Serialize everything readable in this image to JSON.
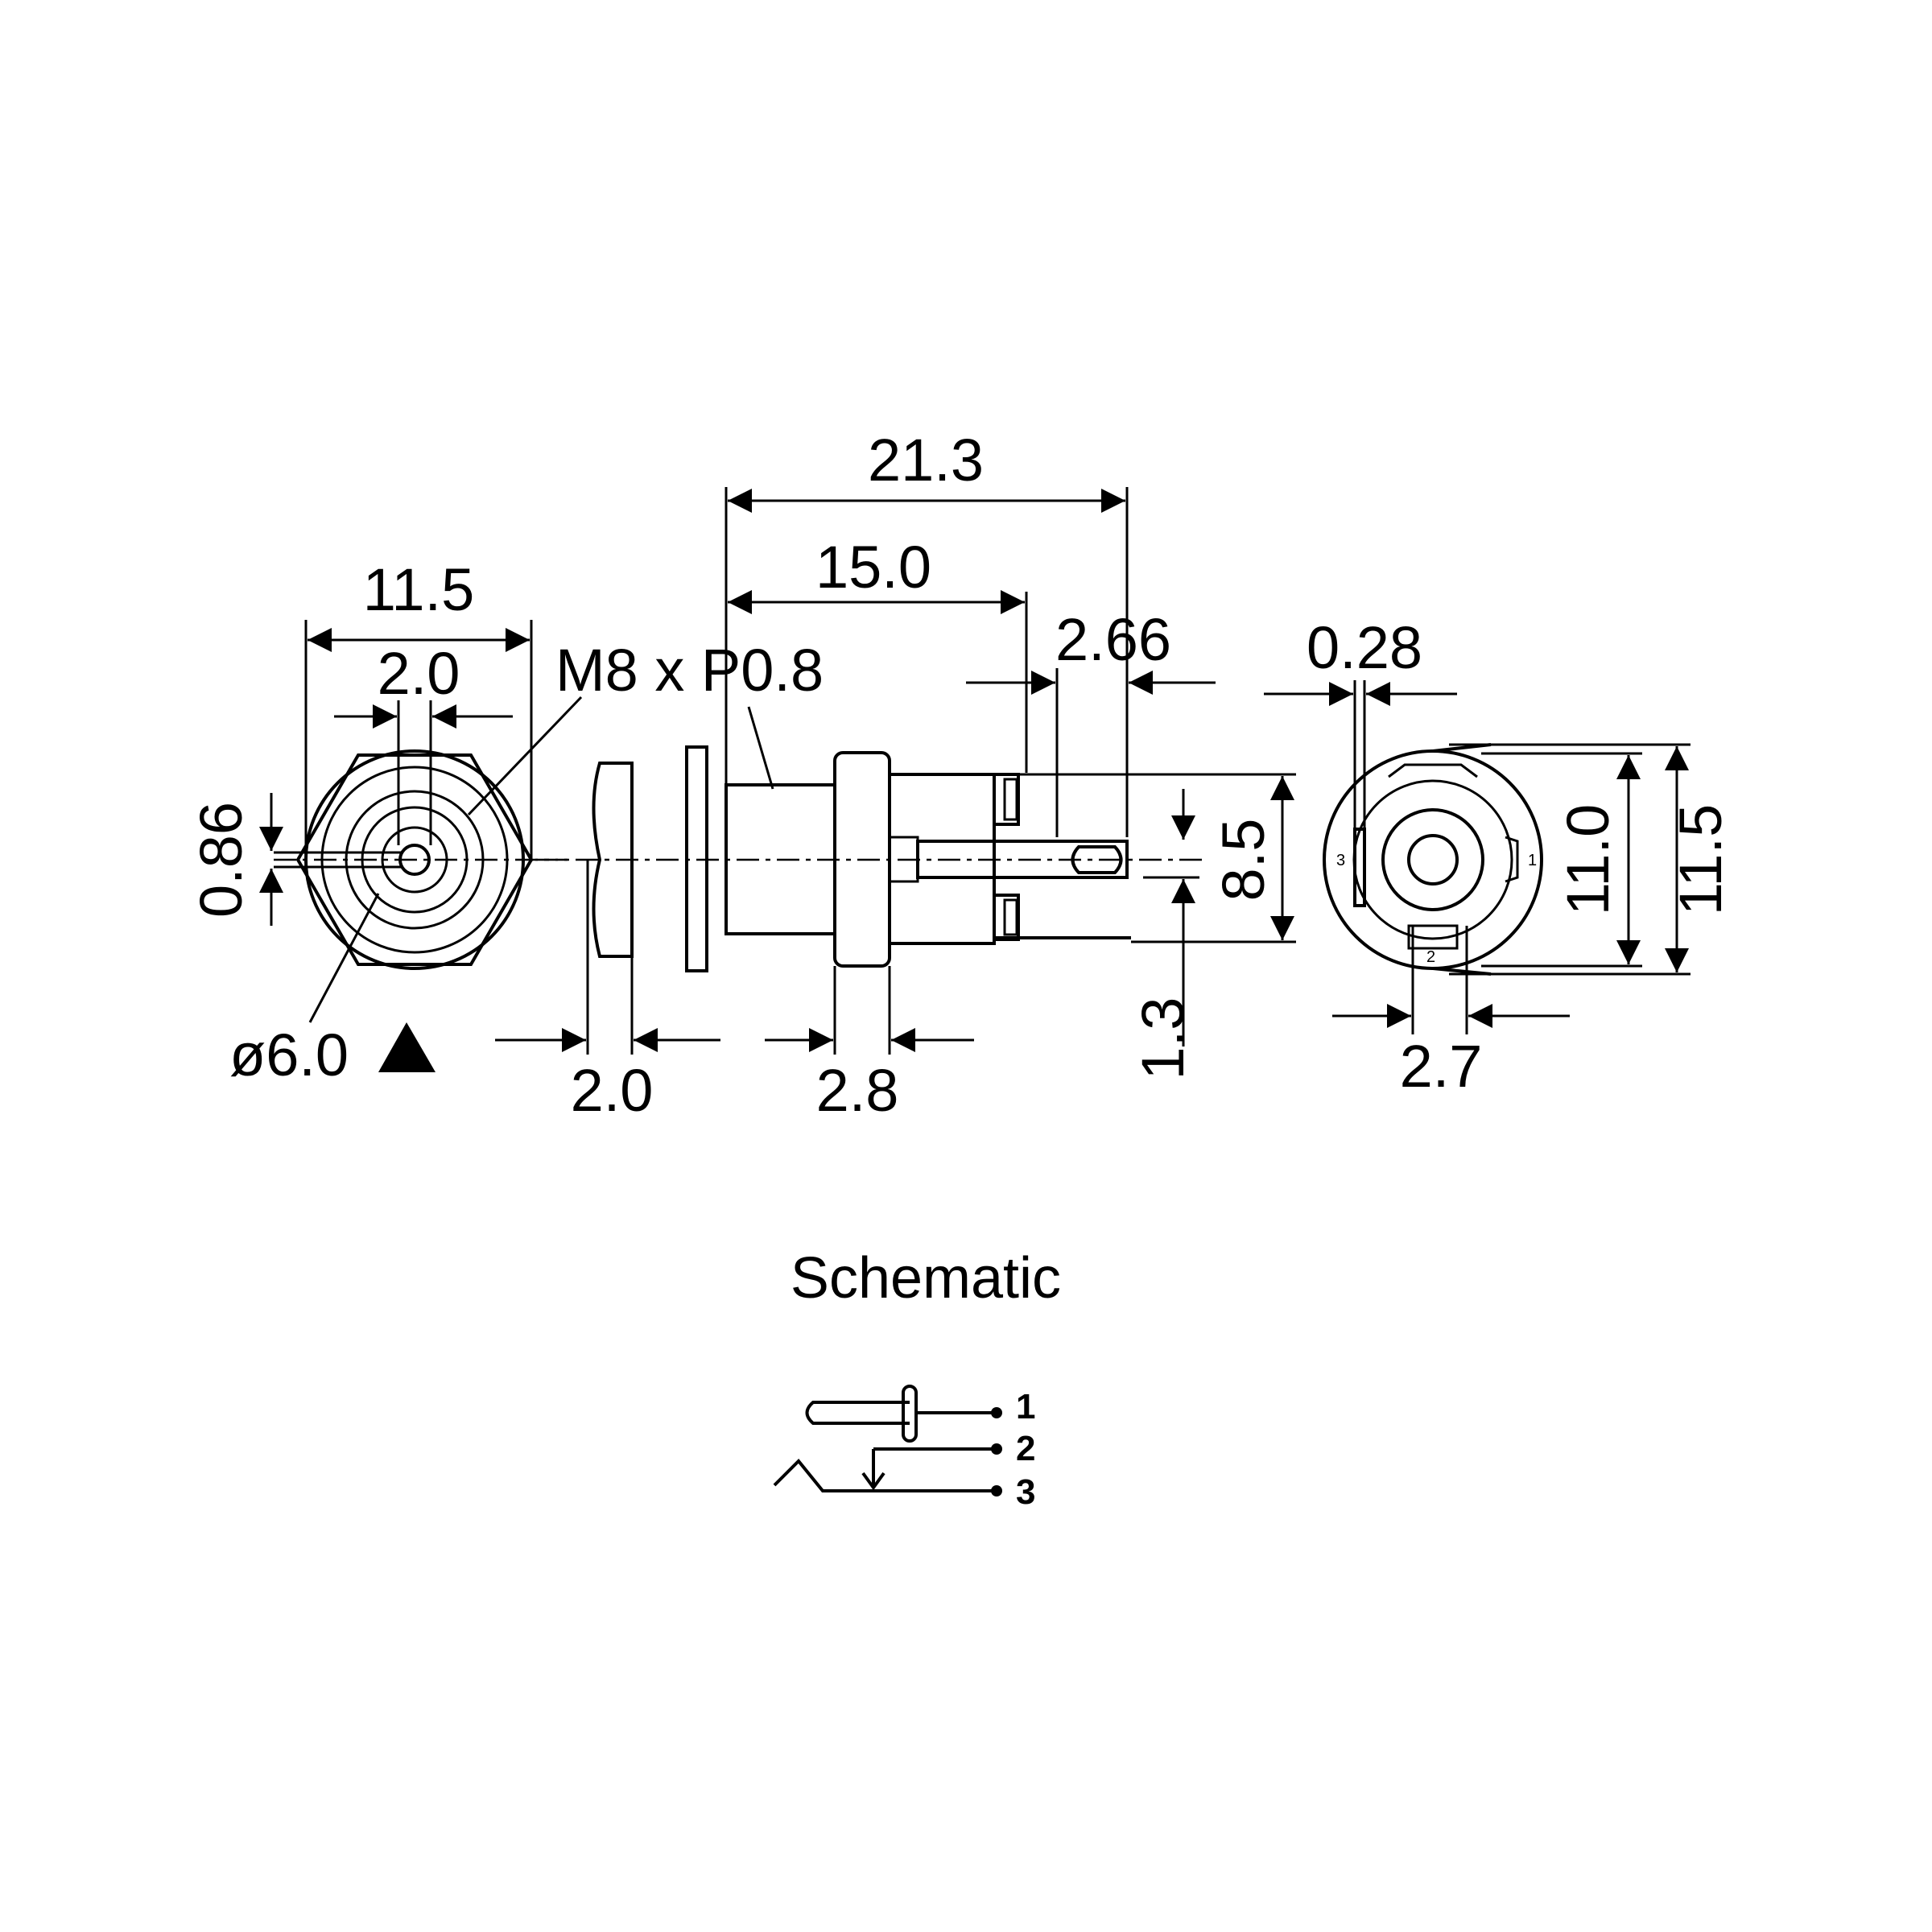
{
  "drawing": {
    "dimensions": {
      "front_width": "11.5",
      "front_slot": "2.0",
      "thread": "M8 x P0.8",
      "front_pin": "0.86",
      "front_diameter": "ø6.0",
      "overall_length": "21.3",
      "body_length": "15.0",
      "lug_hole": "2.66",
      "nut_thickness": "2.0",
      "flange_thickness": "2.8",
      "lug_offset": "1.3",
      "rear_height": "8.5",
      "rear_lug_thickness": "0.28",
      "rear_inner": "11.0",
      "rear_outer": "11.5",
      "rear_lug_width": "2.7"
    },
    "pin_labels": {
      "rear_pin_1": "1",
      "rear_pin_2": "2",
      "rear_pin_3": "3"
    }
  },
  "schematic": {
    "title": "Schematic",
    "pins": [
      "1",
      "2",
      "3"
    ]
  }
}
